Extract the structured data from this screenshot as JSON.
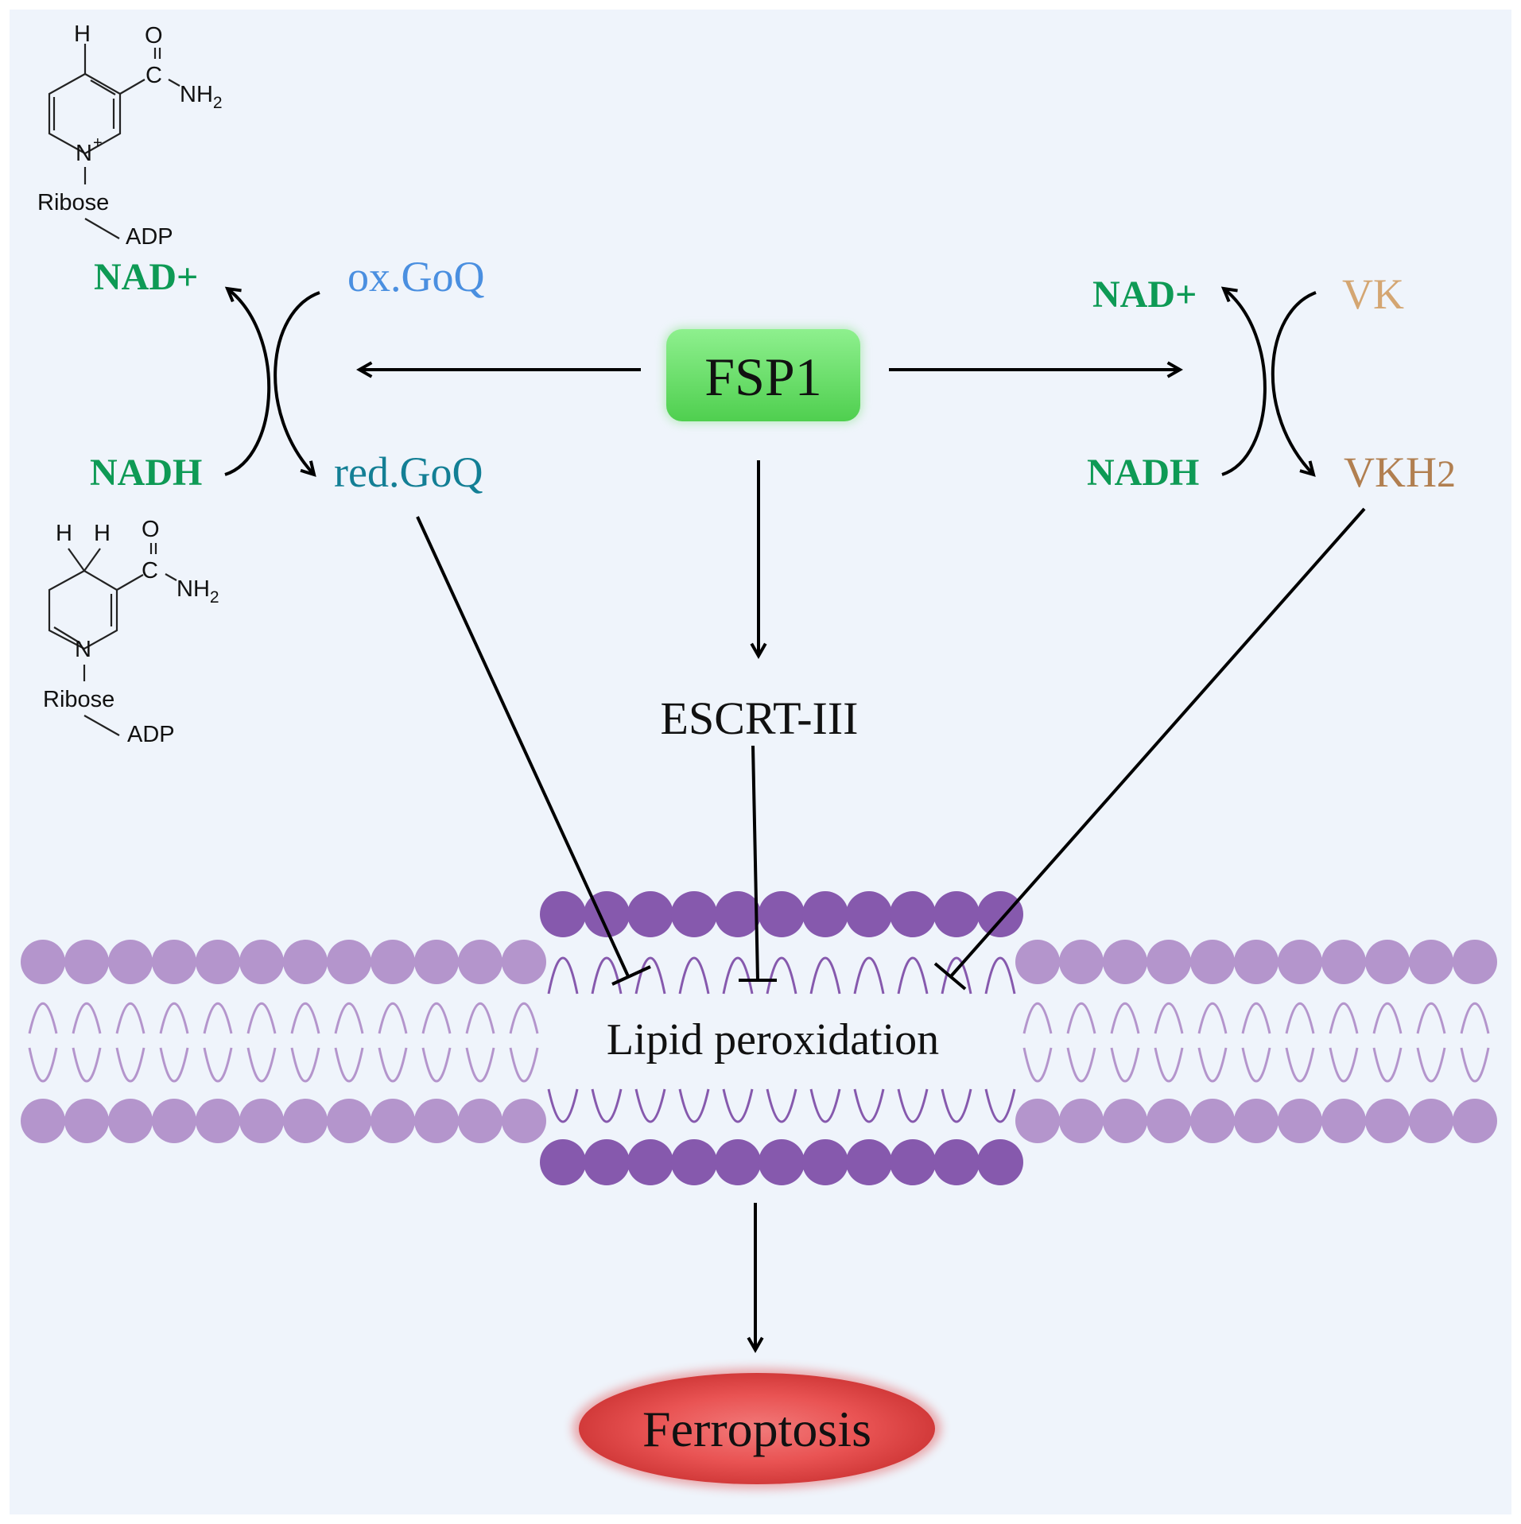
{
  "colors": {
    "background": "#eff4fb",
    "frame": "#ffffff",
    "nad": "#0e9a55",
    "oxgoq": "#4a8fe0",
    "redgoq": "#137f95",
    "vk": "#d4a672",
    "vkh2": "#b17f50",
    "fsp1_fill": "#66dd66",
    "membrane_outer": "#b495cc",
    "membrane_inner": "#8659ad",
    "ferroptosis": "#e44a4a",
    "arrow": "#000000"
  },
  "nadplus_structure": {
    "h": "H",
    "o": "O",
    "c": "C",
    "nh2": "NH",
    "nh2_sub": "2",
    "n": "N",
    "n_charge": "+",
    "ribose": "Ribose",
    "adp": "ADP"
  },
  "nadh_structure": {
    "h1": "H",
    "h2": "H",
    "o": "O",
    "c": "C",
    "nh2": "NH",
    "nh2_sub": "2",
    "n": "N",
    "ribose": "Ribose",
    "adp": "ADP"
  },
  "left_cycle": {
    "nad_plus": "NAD+",
    "nadh": "NADH",
    "ox_goq": "ox.GoQ",
    "red_goq": "red.GoQ"
  },
  "right_cycle": {
    "nad_plus": "NAD+",
    "nadh": "NADH",
    "vk": "VK",
    "vkh2": "VKH",
    "vkh2_sub": "2"
  },
  "center": {
    "fsp1": "FSP1",
    "escrt": "ESCRT-III",
    "lipid_peroxidation": "Lipid peroxidation",
    "ferroptosis": "Ferroptosis"
  },
  "icons": [
    "arrow-icon",
    "inhibition-icon",
    "membrane-bilayer-icon"
  ]
}
